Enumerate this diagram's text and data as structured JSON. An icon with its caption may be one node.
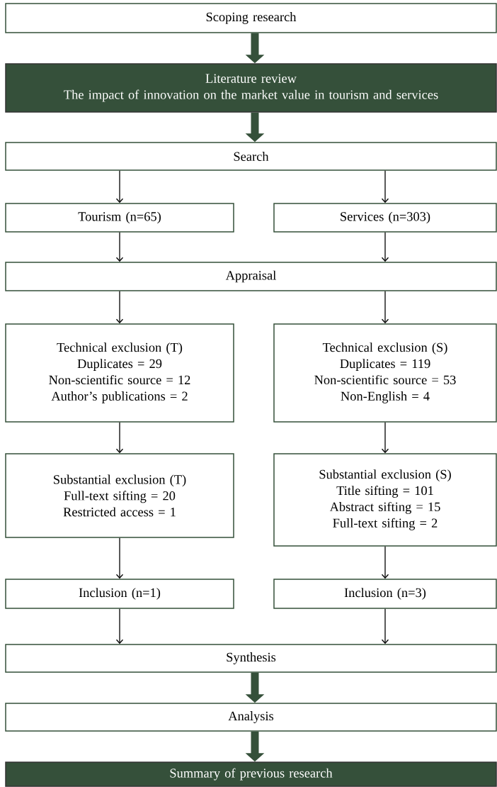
{
  "diagram": {
    "nodes": [
      {
        "text": [
          "Scoping research"
        ]
      },
      {
        "text": [
          "Literature review",
          "The impact of innovation on the market value in tourism and services"
        ]
      },
      {
        "text": [
          "Search"
        ]
      },
      {
        "text": [
          "Tourism (n=65)"
        ]
      },
      {
        "text": [
          "Services (n=303)"
        ]
      },
      {
        "text": [
          "Appraisal"
        ]
      },
      {
        "text": [
          "Technical exclusion (T)",
          "Duplicates = 29",
          "Non-scientific source = 12",
          "Author’s publications = 2"
        ]
      },
      {
        "text": [
          "Technical exclusion (S)",
          "Duplicates = 119",
          "Non-scientific source = 53",
          "Non-English = 4"
        ]
      },
      {
        "text": [
          "Substantial exclusion (T)",
          "Full-text sifting = 20",
          "Restricted access = 1"
        ]
      },
      {
        "text": [
          "Substantial exclusion (S)",
          "Title sifting = 101",
          "Abstract sifting = 15",
          "Full-text sifting = 2"
        ]
      },
      {
        "text": [
          "Inclusion (n=1)"
        ]
      },
      {
        "text": [
          "Inclusion (n=3)"
        ]
      },
      {
        "text": [
          "Synthesis"
        ]
      },
      {
        "text": [
          "Analysis"
        ]
      },
      {
        "text": [
          "Summary of previous research"
        ]
      }
    ],
    "edges": [
      {
        "from": 0,
        "to": 1,
        "arrow": "to",
        "style": "thick",
        "color": "#35503a"
      },
      {
        "from": 1,
        "to": 2,
        "arrow": "to",
        "style": "thick",
        "color": "#35503a"
      },
      {
        "from": 2,
        "to": 3,
        "arrow": "to"
      },
      {
        "from": 2,
        "to": 4,
        "arrow": "to"
      },
      {
        "from": 3,
        "to": 5,
        "arrow": "to"
      },
      {
        "from": 4,
        "to": 5,
        "arrow": "to"
      },
      {
        "from": 5,
        "to": 6,
        "arrow": "to"
      },
      {
        "from": 5,
        "to": 7,
        "arrow": "to"
      },
      {
        "from": 6,
        "to": 8,
        "arrow": "to"
      },
      {
        "from": 7,
        "to": 9,
        "arrow": "to"
      },
      {
        "from": 8,
        "to": 10,
        "arrow": "to"
      },
      {
        "from": 9,
        "to": 11,
        "arrow": "to"
      },
      {
        "from": 10,
        "to": 12,
        "arrow": "to"
      },
      {
        "from": 11,
        "to": 12,
        "arrow": "to"
      },
      {
        "from": 12,
        "to": 13,
        "arrow": "to",
        "style": "thick",
        "color": "#35503a"
      },
      {
        "from": 13,
        "to": 14,
        "arrow": "to",
        "style": "thick",
        "color": "#35503a"
      }
    ]
  }
}
